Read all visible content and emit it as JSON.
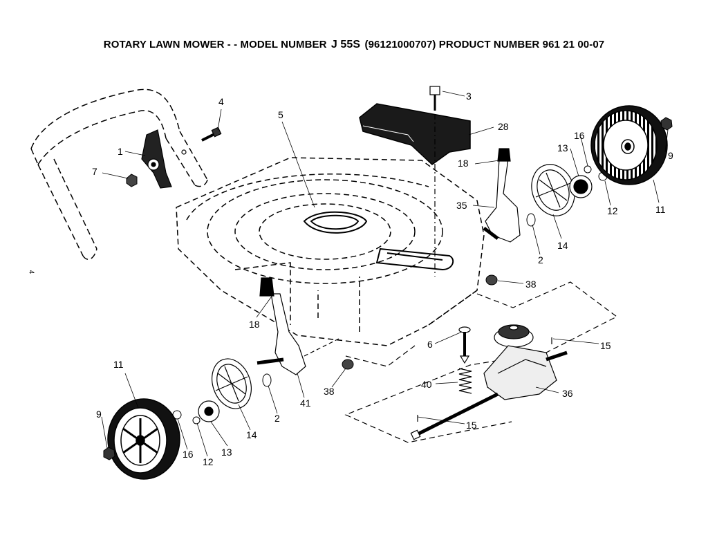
{
  "header": {
    "prefix": "ROTARY LAWN MOWER - - MODEL NUMBER",
    "model": "J 55S",
    "suffix": "(96121000707) PRODUCT NUMBER 961 21 00-07"
  },
  "page_number": "4",
  "callouts": {
    "c1": "1",
    "c2a": "2",
    "c2b": "2",
    "c3": "3",
    "c4": "4",
    "c5": "5",
    "c6": "6",
    "c7": "7",
    "c9a": "9",
    "c9b": "9",
    "c11a": "11",
    "c11b": "11",
    "c12a": "12",
    "c12b": "12",
    "c13a": "13",
    "c13b": "13",
    "c14a": "14",
    "c14b": "14",
    "c15a": "15",
    "c15b": "15",
    "c16a": "16",
    "c16b": "16",
    "c18a": "18",
    "c18b": "18",
    "c28": "28",
    "c35": "35",
    "c36": "36",
    "c38a": "38",
    "c38b": "38",
    "c40": "40",
    "c41": "41"
  }
}
